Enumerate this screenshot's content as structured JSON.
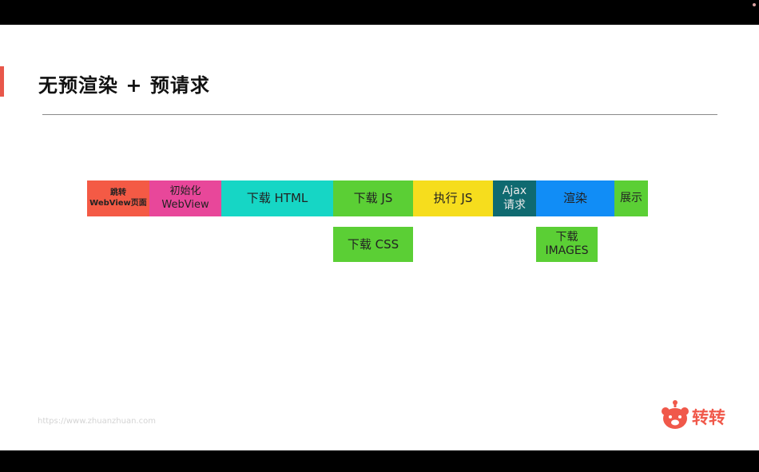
{
  "slide": {
    "title": "无预渲染 + 预请求",
    "footer_url": "https://www.zhuanzhuan.com",
    "logo_text": "转转"
  },
  "timeline": {
    "row1": [
      {
        "lines": [
          "跳转",
          "WebView页面"
        ],
        "color": "#f45a45"
      },
      {
        "lines": [
          "初始化",
          "WebView"
        ],
        "color": "#e8479a"
      },
      {
        "lines": [
          "下载 HTML"
        ],
        "color": "#16d6c5"
      },
      {
        "lines": [
          "下载 JS"
        ],
        "color": "#5bcf35"
      },
      {
        "lines": [
          "执行 JS"
        ],
        "color": "#f6dd1d"
      },
      {
        "lines": [
          "Ajax",
          "请求"
        ],
        "color": "#0f6a70"
      },
      {
        "lines": [
          "渲染"
        ],
        "color": "#118df6"
      },
      {
        "lines": [
          "展示"
        ],
        "color": "#5bcf35"
      }
    ],
    "row2": [
      {
        "lines": [
          "下载 CSS"
        ],
        "color": "#5bcf35"
      },
      {
        "lines": [
          "下载",
          "IMAGES"
        ],
        "color": "#5bcf35"
      }
    ]
  },
  "colors": {
    "accent": "#e8574a",
    "brand": "#f0584a"
  },
  "icons": {
    "logo": "zhuanzhuan-bear-logo-icon"
  }
}
